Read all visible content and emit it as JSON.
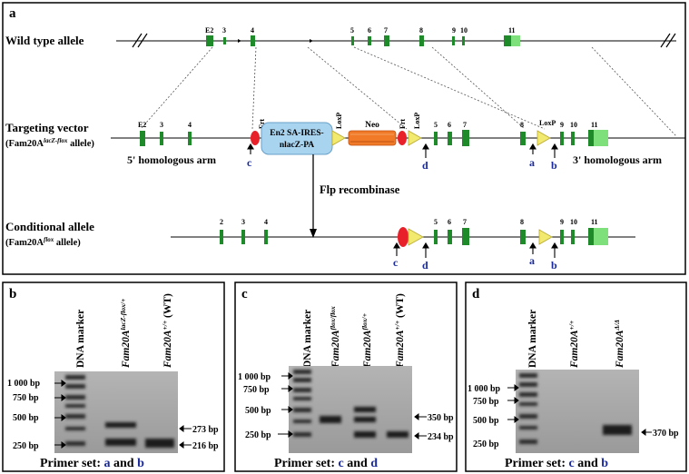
{
  "panels": {
    "a": {
      "label": "a",
      "wild_type_label": "Wild type allele",
      "targeting_vector_label": "Targeting vector",
      "targeting_vector_sub": "(Fam20A",
      "targeting_vector_sup": "lacZ-flox",
      "targeting_vector_end": " allele)",
      "conditional_label": "Conditional allele",
      "conditional_sub": "(Fam20A",
      "conditional_sup": "flox",
      "conditional_end": " allele)",
      "arm5": "5' homologous arm",
      "arm3": "3' homologous arm",
      "cassette_line1": "En2 SA-IRES-",
      "cassette_line2": "nlacZ-PA",
      "neo": "Neo",
      "frt": "Frt",
      "loxp": "LoxP",
      "flp": "Flp recombinase",
      "exons_wt": [
        "E2",
        "3",
        "4",
        "5",
        "6",
        "7",
        "8",
        "9",
        "10",
        "11"
      ],
      "exons_tv": [
        "E2",
        "3",
        "4",
        "5",
        "6",
        "7",
        "8",
        "9",
        "10",
        "11"
      ],
      "exons_cond": [
        "2",
        "3",
        "4",
        "5",
        "6",
        "7",
        "8",
        "9",
        "10",
        "11"
      ],
      "primers": [
        "a",
        "b",
        "c",
        "d"
      ]
    },
    "b": {
      "label": "b",
      "lane_labels": [
        "DNA marker",
        "Fam20A",
        "Fam20A"
      ],
      "lane_sups": [
        "",
        "lacZ-flox/+",
        "+/+"
      ],
      "lane_ends": [
        "",
        "",
        " (WT)"
      ],
      "markers": [
        "1 000 bp",
        "750 bp",
        "500 bp",
        "250 bp"
      ],
      "bands": [
        "273 bp",
        "216 bp"
      ],
      "primer_prefix": "Primer set:",
      "primer1": "a",
      "primer_and": "and",
      "primer2": "b"
    },
    "c": {
      "label": "c",
      "lane_labels": [
        "DNA marker",
        "Fam20A",
        "Fam20A",
        "Fam20A"
      ],
      "lane_sups": [
        "",
        "flox/flox",
        "flox/+",
        "+/+"
      ],
      "lane_ends": [
        "",
        "",
        "",
        " (WT)"
      ],
      "markers": [
        "1 000 bp",
        "750 bp",
        "500 bp",
        "250 bp"
      ],
      "bands": [
        "350 bp",
        "234 bp"
      ],
      "primer_prefix": "Primer set:",
      "primer1": "c",
      "primer_and": "and",
      "primer2": "d"
    },
    "d": {
      "label": "d",
      "lane_labels": [
        "DNA marker",
        "Fam20A",
        "Fam20A"
      ],
      "lane_sups": [
        "",
        "+/+",
        "Δ/Δ"
      ],
      "markers": [
        "1 000 bp",
        "750 bp",
        "500 bp",
        "250 bp"
      ],
      "bands": [
        "370 bp"
      ],
      "primer_prefix": "Primer set:",
      "primer1": "c",
      "primer_and": "and",
      "primer2": "b"
    }
  },
  "colors": {
    "exon": "#1e8a2a",
    "exon_light": "#7ee07a",
    "frt": "#e8202a",
    "loxp": "#f2ea6e",
    "neo": "#f07a28",
    "cassette": "#a8d4f0",
    "primer_blue": "#1a2a9a",
    "gel": "#8e8e8e"
  }
}
